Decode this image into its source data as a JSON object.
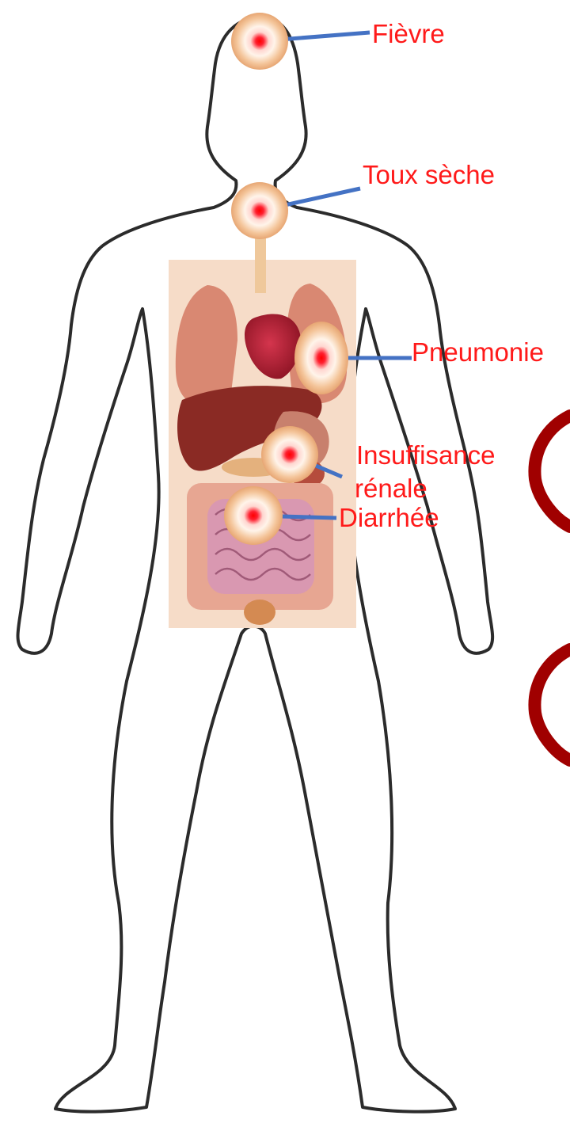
{
  "symptoms": {
    "fever": "Fièvre",
    "dry_cough": "Toux sèche",
    "pneumonia": "Pneumonie",
    "kidney_failure_line1": "Insuffisance",
    "kidney_failure_line2": "rénale",
    "diarrhea": "Diarrhée"
  },
  "colors": {
    "label_text": "#ff1a1a",
    "leader_line": "#4472c4",
    "body_outline": "#2b2b2b",
    "marker_core": "#ff0000",
    "marker_disc": "#f6c9a0",
    "organ_panel": "#f6dcc8",
    "decor_swirl": "#a00000"
  }
}
